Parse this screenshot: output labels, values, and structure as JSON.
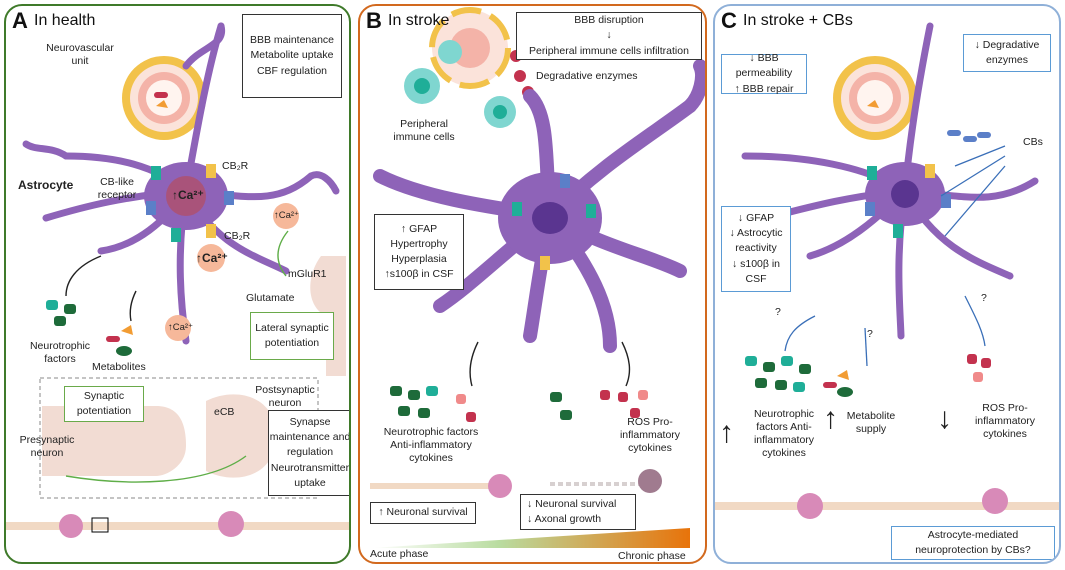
{
  "panels": {
    "a": {
      "letter": "A",
      "title": "In health",
      "box_top": [
        "BBB maintenance",
        "Metabolite uptake",
        "CBF regulation"
      ],
      "labels": {
        "nvu": "Neurovascular unit",
        "astrocyte": "Astrocyte",
        "cb_like": "CB-like receptor",
        "cb2r_1": "CB₂R",
        "cb2r_2": "CB₂R",
        "ca_center": "↑Ca²⁺",
        "ca_right": "↑Ca²⁺",
        "ca_mid": "↑Ca²⁺",
        "ca_low": "↑Ca²⁺",
        "mglur1": "mGluR1",
        "glutamate": "Glutamate",
        "neurotrophic": "Neurotrophic factors",
        "metabolites": "Metabolites",
        "postsynaptic": "Postsynaptic neuron",
        "presynaptic": "Presynaptic neuron",
        "ecb": "eCB"
      },
      "box_lateral": "Lateral synaptic potentiation",
      "box_synaptic": "Synaptic potentiation",
      "box_synapse": [
        "Synapse maintenance and regulation",
        "Neurotransmitter uptake"
      ]
    },
    "b": {
      "letter": "B",
      "title": "In stroke",
      "box_top": [
        "BBB disruption",
        "↓",
        "Peripheral immune cells infiltration"
      ],
      "labels": {
        "degradative": "Degradative enzymes",
        "peripheral": "Peripheral immune cells",
        "neuro_left": "Neurotrophic factors Anti-inflammatory cytokines",
        "ros": "ROS Pro-inflammatory cytokines",
        "acute": "Acute phase",
        "chronic": "Chronic phase"
      },
      "box_reactive": [
        "↑ GFAP",
        "Hypertrophy",
        "Hyperplasia",
        "↑s100β in CSF"
      ],
      "box_survival_up": "↑ Neuronal survival",
      "box_survival_down": [
        "↓ Neuronal survival",
        "↓ Axonal growth"
      ]
    },
    "c": {
      "letter": "C",
      "title": "In stroke + CBs",
      "box_bbb": [
        "↓ BBB permeability",
        "↑ BBB repair"
      ],
      "box_degradative": [
        "↓ Degradative",
        "enzymes"
      ],
      "box_gfap": [
        "↓ GFAP",
        "↓ Astrocytic reactivity",
        "↓ s100β in CSF"
      ],
      "labels": {
        "cbs": "CBs",
        "q1": "?",
        "q2": "?",
        "q3": "?",
        "neuro": "Neurotrophic factors Anti-inflammatory cytokines",
        "metabolite": "Metabolite supply",
        "ros": "ROS Pro-inflammatory cytokines",
        "arrow_up_1": "↑",
        "arrow_up_2": "↑",
        "arrow_down": "↓"
      },
      "box_question": [
        "Astrocyte-mediated",
        "neuroprotection by CBs?"
      ]
    }
  },
  "colors": {
    "astrocyte": "#8e63b8",
    "astro_nucleus": "#5a3590",
    "vessel_outer": "#f2c24a",
    "vessel_inner": "#f4b3a8",
    "neuron": "#d88ab8",
    "axon": "#f1d9c4",
    "teal": "#1fae98",
    "green_dark": "#1e6b3a",
    "red": "#c3324e",
    "pink": "#f08a8a",
    "orange": "#f29c33",
    "gradient_start": "#ffffff",
    "gradient_end": "#e8730a"
  }
}
